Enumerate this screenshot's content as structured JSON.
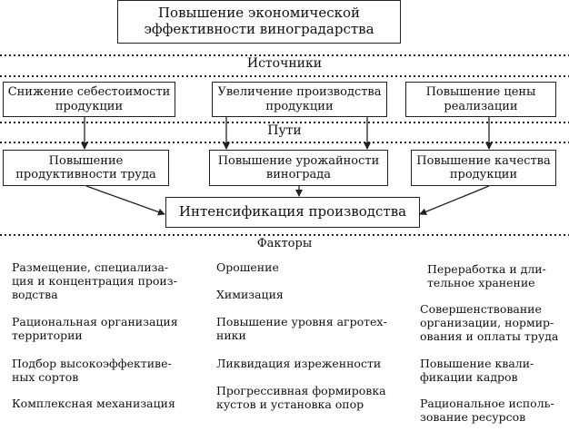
{
  "title": "Повышение экономической\nэффективности виноградарства",
  "sections": {
    "sources": "Источники",
    "ways": "Пути",
    "factors": "Факторы"
  },
  "sources": [
    "Снижение себестоимости\nпродукции",
    "Увеличение производства\nпродукции",
    "Повышение цены\nреализации"
  ],
  "ways": [
    "Повышение\nпродуктивности труда",
    "Повышение урожайности\nвинограда",
    "Повышение качества\nпродукции"
  ],
  "intensification": "Интенсификация производства",
  "factors": {
    "col1": [
      "Размещение, специализа-\nция и концентрация произ-\nводства",
      "Рациональная организация\nтерритории",
      "Подбор высокоэффективе-\nных сортов",
      "Комплексная механизация"
    ],
    "col2": [
      "Орошение",
      "Химизация",
      "Повышение уровня агротех-\nники",
      "Ликвидация изреженности",
      "Прогрессивная формировка\nкустов и установка опор"
    ],
    "col3": [
      "Переработка и дли-\nтельное хранение",
      "Совершенствование\nорганизации, нормир-\nования и оплаты труда",
      "Повышение квали-\nфикации кадров",
      "Рациональное исполь-\nзование ресурсов"
    ]
  }
}
